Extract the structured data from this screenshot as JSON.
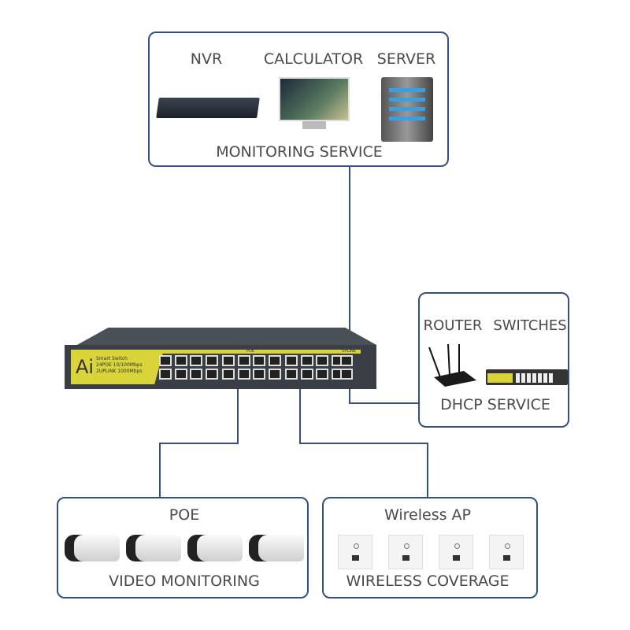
{
  "monitoring": {
    "title": "MONITORING SERVICE",
    "items": [
      {
        "label": "NVR",
        "icon": "nvr-icon"
      },
      {
        "label": "CALCULATOR",
        "icon": "computer-monitor-icon"
      },
      {
        "label": "SERVER",
        "icon": "server-icon"
      }
    ]
  },
  "dhcp": {
    "title": "DHCP SERVICE",
    "items": [
      {
        "label": "ROUTER",
        "icon": "router-icon"
      },
      {
        "label": "SWITCHES",
        "icon": "switch-icon"
      }
    ]
  },
  "poe": {
    "heading": "POE",
    "title": "VIDEO MONITORING",
    "camera_count": 4
  },
  "wireless": {
    "heading": "Wireless AP",
    "title": "WIRELESS COVERAGE",
    "ap_count": 4
  },
  "switch": {
    "logo": "Ai",
    "line1": "Smart Switch",
    "line2": "24POE 10/100Mbps",
    "line3": "2UPLINK 1000Mbps",
    "poe_label": "POE",
    "uplink_label": "UPLINK",
    "poe_ports": 24,
    "uplink_ports": 2
  },
  "colors": {
    "border": "#34507f",
    "switch_yellow": "#d8d43a",
    "switch_body": "#3a3f46"
  }
}
